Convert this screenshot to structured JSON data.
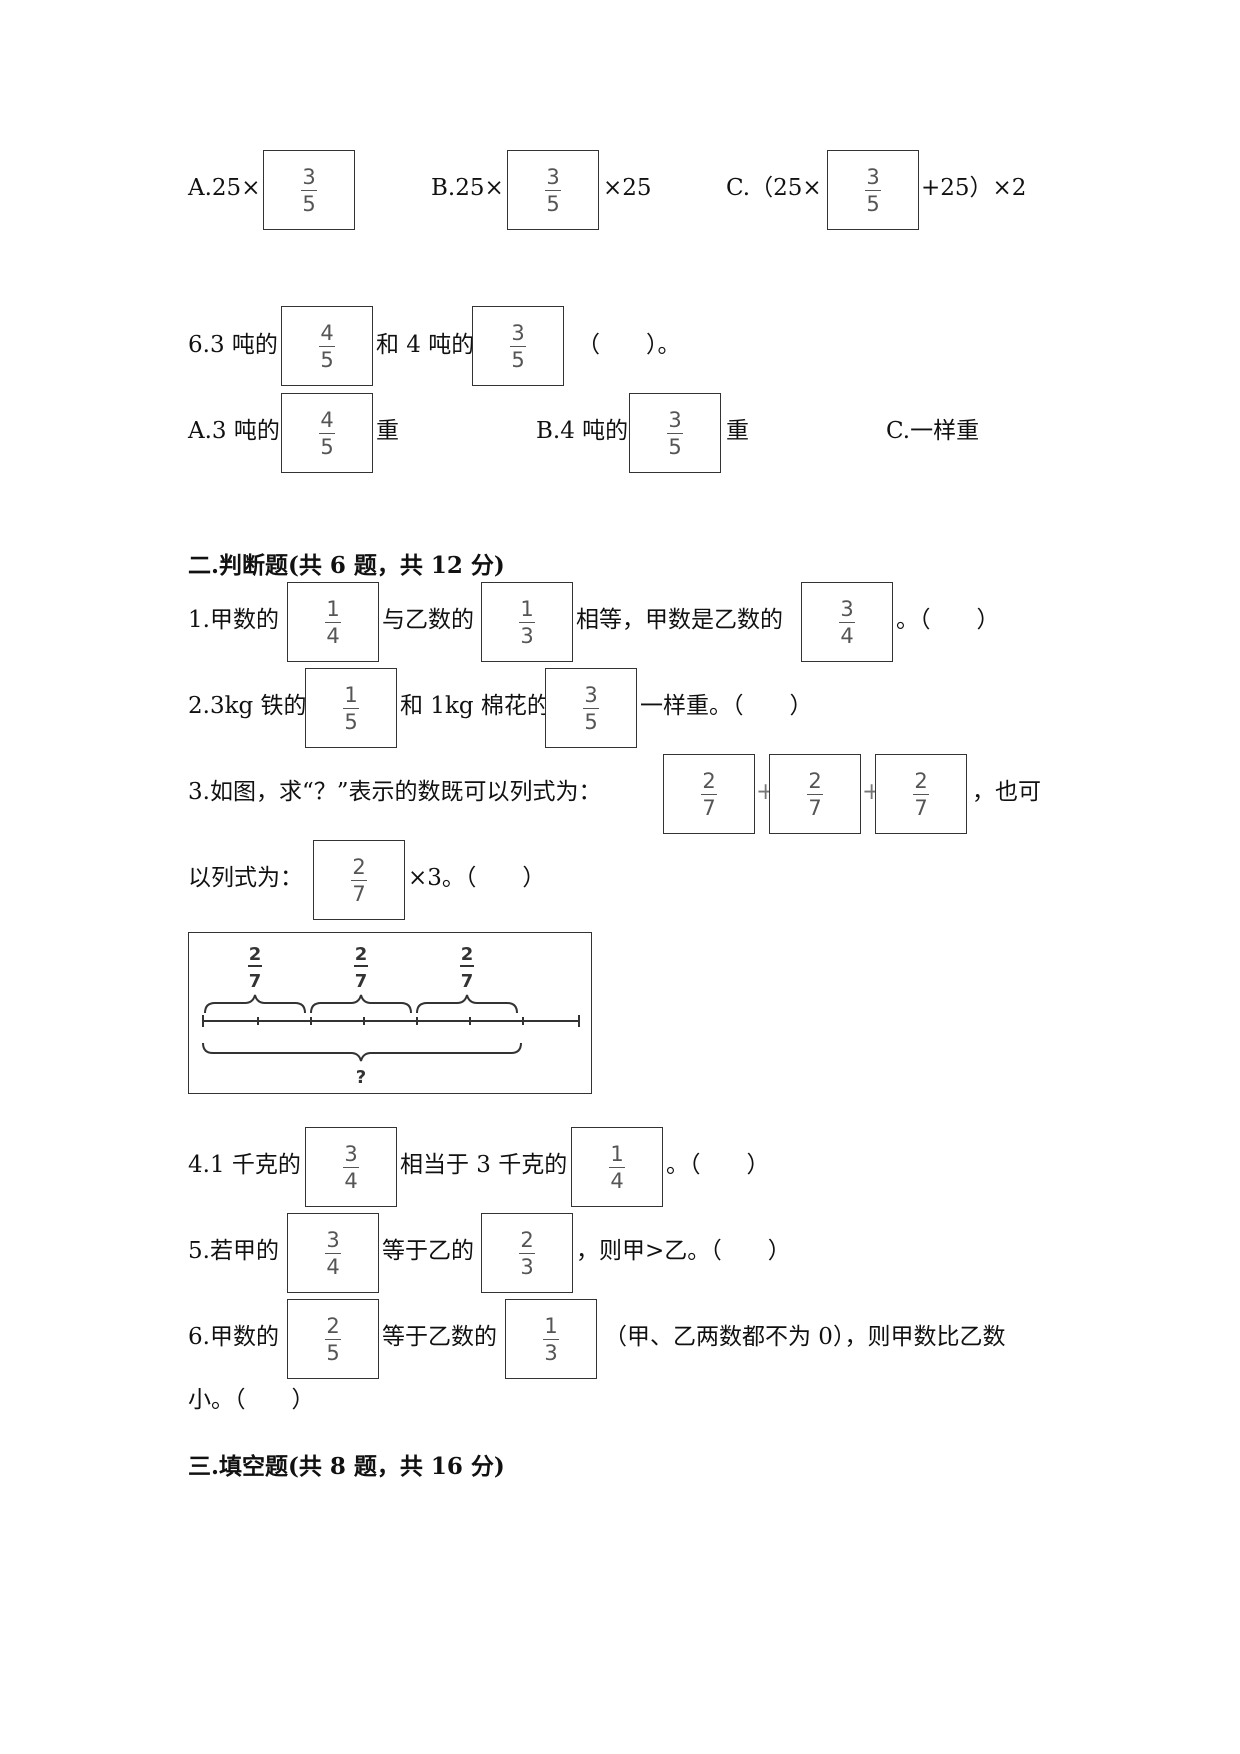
{
  "q5": {
    "a_prefix": "A.25×",
    "b_prefix": "B.25×",
    "b_suffix": "×25",
    "c_prefix": "C.（25×",
    "c_suffix": "+25）×2",
    "frac_a": {
      "num": "3",
      "den": "5"
    },
    "frac_b": {
      "num": "3",
      "den": "5"
    },
    "frac_c": {
      "num": "3",
      "den": "5"
    }
  },
  "q6": {
    "stem_prefix": "6.3 吨的",
    "stem_mid": "和 4 吨的",
    "stem_suffix": "（　　）。",
    "frac1": {
      "num": "4",
      "den": "5"
    },
    "frac2": {
      "num": "3",
      "den": "5"
    },
    "a_prefix": "A.3 吨的",
    "a_suffix": "重",
    "frac_a": {
      "num": "4",
      "den": "5"
    },
    "b_prefix": "B.4 吨的",
    "b_suffix": "重",
    "frac_b": {
      "num": "3",
      "den": "5"
    },
    "c_text": "C.一样重"
  },
  "section2": {
    "title": "二.判断题(共 6 题，共 12 分)",
    "j1": {
      "prefix": "1.甲数的",
      "mid1": "与乙数的",
      "mid2": "相等，甲数是乙数的",
      "suffix": "。（　　）",
      "f1": {
        "num": "1",
        "den": "4"
      },
      "f2": {
        "num": "1",
        "den": "3"
      },
      "f3": {
        "num": "3",
        "den": "4"
      }
    },
    "j2": {
      "prefix": "2.3kg 铁的",
      "mid": "和 1kg 棉花的",
      "suffix": "一样重。（　　）",
      "f1": {
        "num": "1",
        "den": "5"
      },
      "f2": {
        "num": "3",
        "den": "5"
      }
    },
    "j3": {
      "prefix": "3.如图，求“？”表示的数既可以列式为：",
      "plus1": "+",
      "plus2": "+",
      "mid": "，也可",
      "line2_prefix": "以列式为：",
      "line2_suffix": "×3。（　　）",
      "f1": {
        "num": "2",
        "den": "7"
      },
      "f2": {
        "num": "2",
        "den": "7"
      },
      "f3": {
        "num": "2",
        "den": "7"
      },
      "f4": {
        "num": "2",
        "den": "7"
      },
      "figure": {
        "seg_num": "2",
        "seg_den": "7",
        "question": "?"
      }
    },
    "j4": {
      "prefix": "4.1 千克的",
      "mid": "相当于 3 千克的",
      "suffix": "。（　　）",
      "f1": {
        "num": "3",
        "den": "4"
      },
      "f2": {
        "num": "1",
        "den": "4"
      }
    },
    "j5": {
      "prefix": "5.若甲的",
      "mid": "等于乙的",
      "suffix": "，则甲>乙。（　　）",
      "f1": {
        "num": "3",
        "den": "4"
      },
      "f2": {
        "num": "2",
        "den": "3"
      }
    },
    "j6": {
      "prefix": "6.甲数的",
      "mid": "等于乙数的",
      "suffix": "（甲、乙两数都不为 0），则甲数比乙数",
      "line2": "小。（　　）",
      "f1": {
        "num": "2",
        "den": "5"
      },
      "f2": {
        "num": "1",
        "den": "3"
      }
    }
  },
  "section3": {
    "title": "三.填空题(共 8 题，共 16 分)"
  }
}
